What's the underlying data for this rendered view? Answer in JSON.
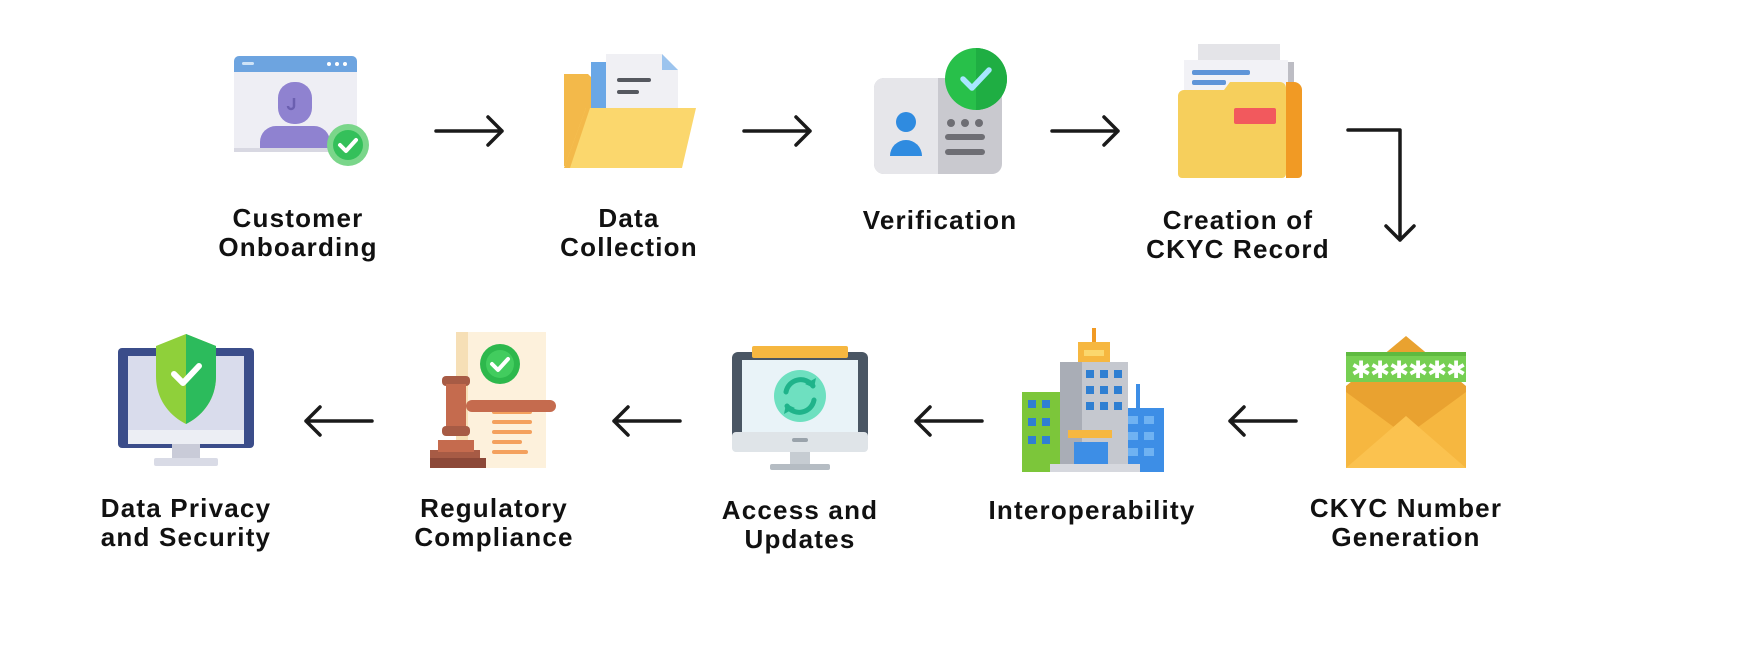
{
  "steps": [
    {
      "id": 1,
      "label": "Customer\nOnboarding",
      "icon": "browser-user-check-icon"
    },
    {
      "id": 2,
      "label": "Data\nCollection",
      "icon": "folder-documents-icon"
    },
    {
      "id": 3,
      "label": "Verification",
      "icon": "id-card-check-icon"
    },
    {
      "id": 4,
      "label": "Creation of\nCKYC Record",
      "icon": "record-folder-icon"
    },
    {
      "id": 5,
      "label": "CKYC Number\nGeneration",
      "icon": "envelope-password-icon"
    },
    {
      "id": 6,
      "label": "Interoperability",
      "icon": "buildings-icon"
    },
    {
      "id": 7,
      "label": "Access and\nUpdates",
      "icon": "monitor-sync-icon"
    },
    {
      "id": 8,
      "label": "Regulatory\nCompliance",
      "icon": "gavel-document-icon"
    },
    {
      "id": 9,
      "label": "Data Privacy\nand Security",
      "icon": "monitor-shield-icon"
    }
  ],
  "colors": {
    "text": "#111111",
    "arrow": "#1a1a1a",
    "green": "#2dc84d",
    "yellow": "#f6cf5c",
    "orange": "#f2a23a",
    "blue": "#3d8ee6",
    "purple": "#8f82d0"
  }
}
